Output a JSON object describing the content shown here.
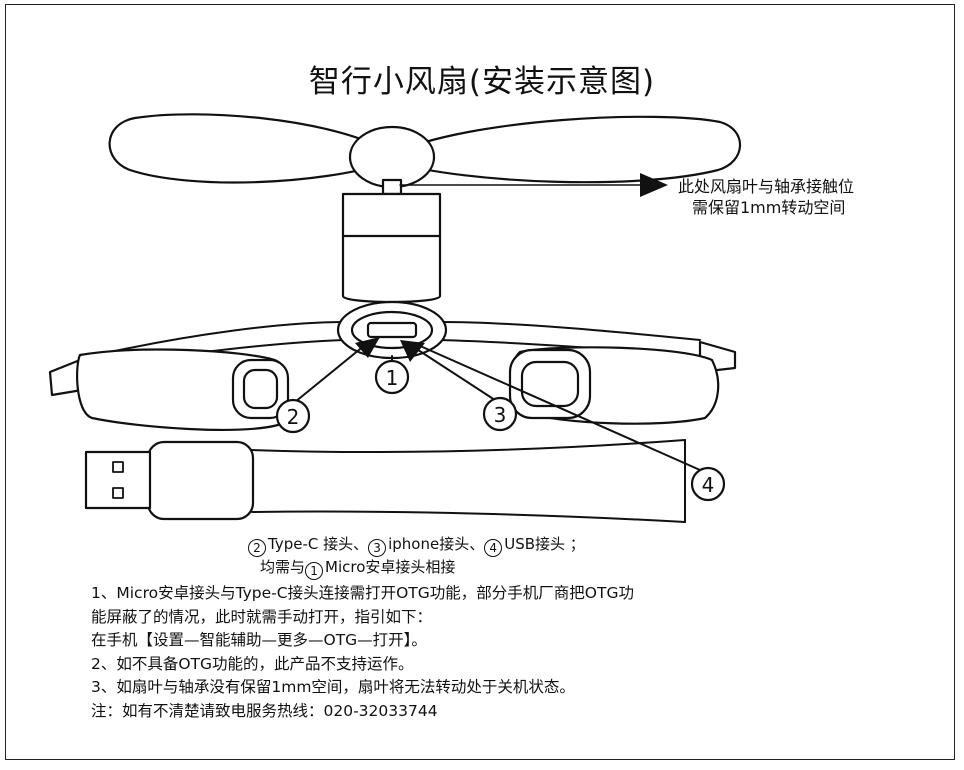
{
  "title": "智行小风扇(安装示意图)",
  "callout": {
    "line1": "此处风扇叶与轴承接触位",
    "line2": "需保留1mm转动空间"
  },
  "markers": [
    "1",
    "2",
    "3",
    "4"
  ],
  "legend": {
    "item2_num": "2",
    "item2_text": "Type-C 接头、",
    "item3_num": "3",
    "item3_text": "iphone接头、",
    "item4_num": "4",
    "item4_text": "USB接头 ；",
    "row2_prefix": "均需与",
    "item1_num": "1",
    "item1_text": "Micro安卓接头相接"
  },
  "notes": [
    "1、Micro安卓接头与Type-C接头连接需打开OTG功能，部分手机厂商把OTG功",
    "能屏蔽了的情况，此时就需手动打开，指引如下：",
    "在手机【设置—智能辅助—更多—OTG—打开】。",
    "2、如不具备OTG功能的，此产品不支持运作。",
    "3、如扇叶与轴承没有保留1mm空间，扇叶将无法转动处于关机状态。",
    "注：如有不清楚请致电服务热线：020-32033744"
  ]
}
